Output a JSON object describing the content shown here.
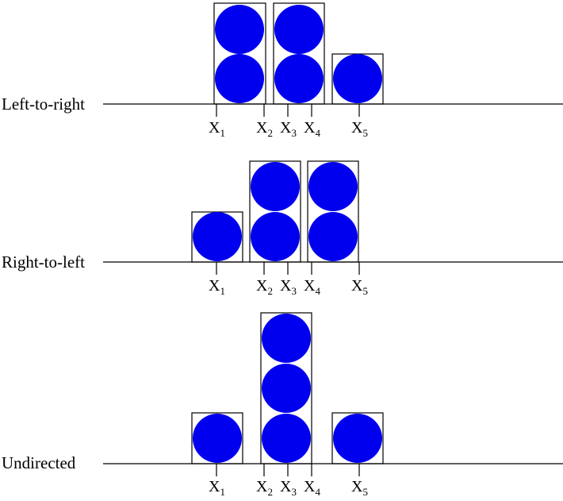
{
  "rows": [
    {
      "label": "Left-to-right"
    },
    {
      "label": "Right-to-left"
    },
    {
      "label": "Undirected"
    }
  ],
  "ticks": [
    {
      "letter": "X",
      "sub": "1"
    },
    {
      "letter": "X",
      "sub": "2"
    },
    {
      "letter": "X",
      "sub": "3"
    },
    {
      "letter": "X",
      "sub": "4"
    },
    {
      "letter": "X",
      "sub": "5"
    }
  ],
  "colors": {
    "ball": "#0000ee",
    "line": "#000000"
  }
}
